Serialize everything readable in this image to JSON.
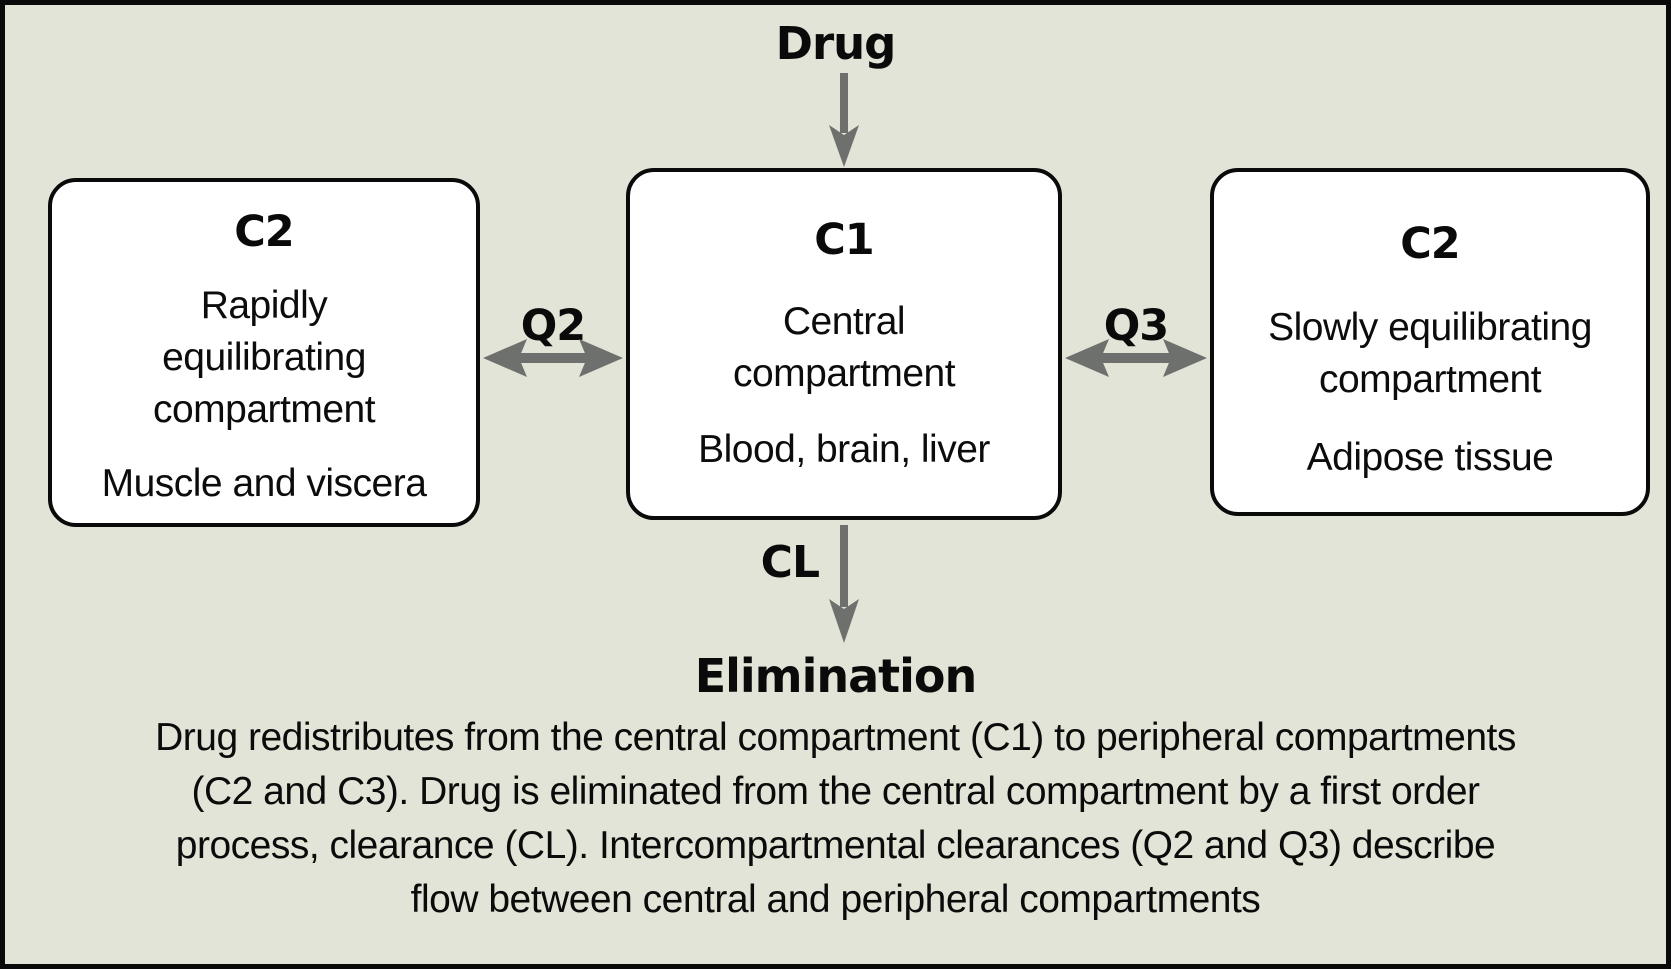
{
  "diagram": {
    "drug_label": "Drug",
    "elimination_label": "Elimination",
    "cl_label": "CL",
    "q2_label": "Q2",
    "q3_label": "Q3",
    "boxes": {
      "left": {
        "title": "C2",
        "body1_lines": [
          "Rapidly",
          "equilibrating",
          "compartment"
        ],
        "body2": "Muscle and viscera"
      },
      "center": {
        "title": "C1",
        "body1_lines": [
          "Central",
          "compartment"
        ],
        "body2": "Blood, brain, liver"
      },
      "right": {
        "title": "C2",
        "body1_lines": [
          "Slowly equilibrating",
          "compartment"
        ],
        "body2": "Adipose tissue"
      }
    }
  },
  "caption": {
    "lines": [
      "Drug redistributes from the central compartment (C1) to peripheral compartments",
      "(C2 and C3). Drug is eliminated from the central compartment by a first order",
      "process, clearance (CL). Intercompartmental clearances (Q2 and Q3) describe",
      "flow between central and peripheral compartments"
    ]
  },
  "colors": {
    "background": "#e1e4d6",
    "box_fill": "#ffffff",
    "border": "#0a0a0a",
    "arrow": "#6e706e",
    "text": "#0c0c0c"
  }
}
